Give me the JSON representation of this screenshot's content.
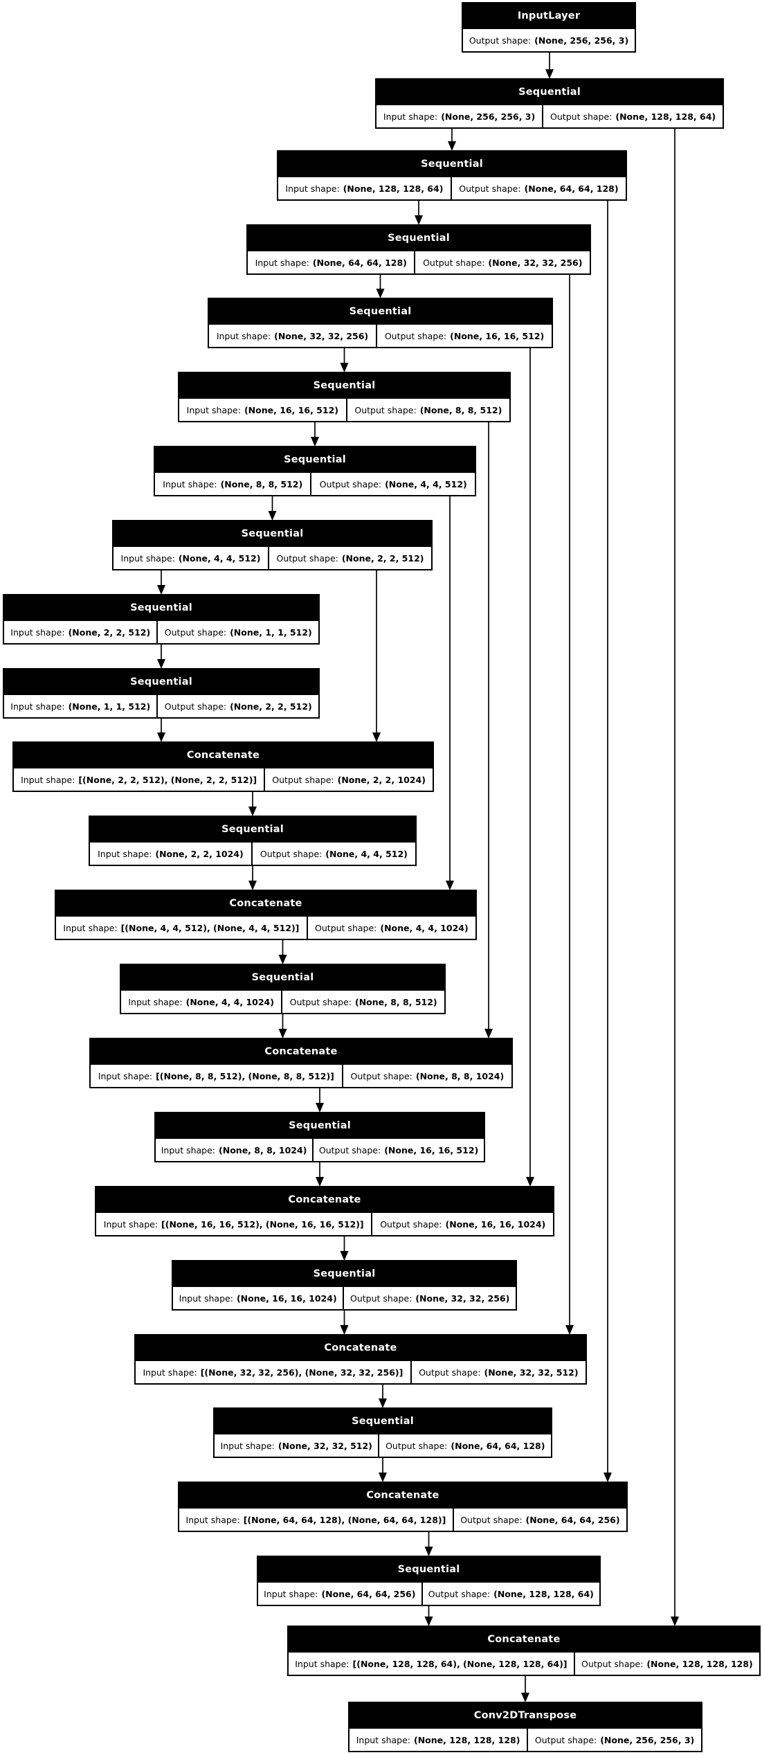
{
  "diagram": {
    "kind": "keras-model-architecture-graph",
    "colors": {
      "background": "#ffffff",
      "node_header_bg": "#000000",
      "node_header_text": "#ffffff",
      "cell_bg": "#ffffff",
      "cell_text": "#000000",
      "border": "#000000",
      "edge": "#000000"
    },
    "labels": {
      "input_prefix": "Input shape:",
      "output_prefix": "Output shape:"
    },
    "nodes": [
      {
        "layer": "InputLayer",
        "output_shape": "(None, 256, 256, 3)"
      },
      {
        "layer": "Sequential",
        "input_shape": "(None, 256, 256, 3)",
        "output_shape": "(None, 128, 128, 64)"
      },
      {
        "layer": "Sequential",
        "input_shape": "(None, 128, 128, 64)",
        "output_shape": "(None, 64, 64, 128)"
      },
      {
        "layer": "Sequential",
        "input_shape": "(None, 64, 64, 128)",
        "output_shape": "(None, 32, 32, 256)"
      },
      {
        "layer": "Sequential",
        "input_shape": "(None, 32, 32, 256)",
        "output_shape": "(None, 16, 16, 512)"
      },
      {
        "layer": "Sequential",
        "input_shape": "(None, 16, 16, 512)",
        "output_shape": "(None, 8, 8, 512)"
      },
      {
        "layer": "Sequential",
        "input_shape": "(None, 8, 8, 512)",
        "output_shape": "(None, 4, 4, 512)"
      },
      {
        "layer": "Sequential",
        "input_shape": "(None, 4, 4, 512)",
        "output_shape": "(None, 2, 2, 512)"
      },
      {
        "layer": "Sequential",
        "input_shape": "(None, 2, 2, 512)",
        "output_shape": "(None, 1, 1, 512)"
      },
      {
        "layer": "Sequential",
        "input_shape": "(None, 1, 1, 512)",
        "output_shape": "(None, 2, 2, 512)"
      },
      {
        "layer": "Concatenate",
        "input_shape": "[(None, 2, 2, 512), (None, 2, 2, 512)]",
        "output_shape": "(None, 2, 2, 1024)"
      },
      {
        "layer": "Sequential",
        "input_shape": "(None, 2, 2, 1024)",
        "output_shape": "(None, 4, 4, 512)"
      },
      {
        "layer": "Concatenate",
        "input_shape": "[(None, 4, 4, 512), (None, 4, 4, 512)]",
        "output_shape": "(None, 4, 4, 1024)"
      },
      {
        "layer": "Sequential",
        "input_shape": "(None, 4, 4, 1024)",
        "output_shape": "(None, 8, 8, 512)"
      },
      {
        "layer": "Concatenate",
        "input_shape": "[(None, 8, 8, 512), (None, 8, 8, 512)]",
        "output_shape": "(None, 8, 8, 1024)"
      },
      {
        "layer": "Sequential",
        "input_shape": "(None, 8, 8, 1024)",
        "output_shape": "(None, 16, 16, 512)"
      },
      {
        "layer": "Concatenate",
        "input_shape": "[(None, 16, 16, 512), (None, 16, 16, 512)]",
        "output_shape": "(None, 16, 16, 1024)"
      },
      {
        "layer": "Sequential",
        "input_shape": "(None, 16, 16, 1024)",
        "output_shape": "(None, 32, 32, 256)"
      },
      {
        "layer": "Concatenate",
        "input_shape": "[(None, 32, 32, 256), (None, 32, 32, 256)]",
        "output_shape": "(None, 32, 32, 512)"
      },
      {
        "layer": "Sequential",
        "input_shape": "(None, 32, 32, 512)",
        "output_shape": "(None, 64, 64, 128)"
      },
      {
        "layer": "Concatenate",
        "input_shape": "[(None, 64, 64, 128), (None, 64, 64, 128)]",
        "output_shape": "(None, 64, 64, 256)"
      },
      {
        "layer": "Sequential",
        "input_shape": "(None, 64, 64, 256)",
        "output_shape": "(None, 128, 128, 64)"
      },
      {
        "layer": "Concatenate",
        "input_shape": "[(None, 128, 128, 64), (None, 128, 128, 64)]",
        "output_shape": "(None, 128, 128, 128)"
      },
      {
        "layer": "Conv2DTranspose",
        "input_shape": "(None, 128, 128, 128)",
        "output_shape": "(None, 256, 256, 3)"
      }
    ],
    "edges": [
      {
        "from": 0,
        "to": 1,
        "kind": "chain"
      },
      {
        "from": 1,
        "to": 2,
        "kind": "chain"
      },
      {
        "from": 2,
        "to": 3,
        "kind": "chain"
      },
      {
        "from": 3,
        "to": 4,
        "kind": "chain"
      },
      {
        "from": 4,
        "to": 5,
        "kind": "chain"
      },
      {
        "from": 5,
        "to": 6,
        "kind": "chain"
      },
      {
        "from": 6,
        "to": 7,
        "kind": "chain"
      },
      {
        "from": 7,
        "to": 8,
        "kind": "chain"
      },
      {
        "from": 8,
        "to": 9,
        "kind": "chain"
      },
      {
        "from": 9,
        "to": 10,
        "kind": "chain"
      },
      {
        "from": 10,
        "to": 11,
        "kind": "chain"
      },
      {
        "from": 11,
        "to": 12,
        "kind": "chain"
      },
      {
        "from": 12,
        "to": 13,
        "kind": "chain"
      },
      {
        "from": 13,
        "to": 14,
        "kind": "chain"
      },
      {
        "from": 14,
        "to": 15,
        "kind": "chain"
      },
      {
        "from": 15,
        "to": 16,
        "kind": "chain"
      },
      {
        "from": 16,
        "to": 17,
        "kind": "chain"
      },
      {
        "from": 17,
        "to": 18,
        "kind": "chain"
      },
      {
        "from": 18,
        "to": 19,
        "kind": "chain"
      },
      {
        "from": 19,
        "to": 20,
        "kind": "chain"
      },
      {
        "from": 20,
        "to": 21,
        "kind": "chain"
      },
      {
        "from": 21,
        "to": 22,
        "kind": "chain"
      },
      {
        "from": 22,
        "to": 23,
        "kind": "chain"
      },
      {
        "from": 7,
        "to": 10,
        "kind": "skip"
      },
      {
        "from": 6,
        "to": 12,
        "kind": "skip"
      },
      {
        "from": 5,
        "to": 14,
        "kind": "skip"
      },
      {
        "from": 4,
        "to": 16,
        "kind": "skip"
      },
      {
        "from": 3,
        "to": 18,
        "kind": "skip"
      },
      {
        "from": 2,
        "to": 20,
        "kind": "skip"
      },
      {
        "from": 1,
        "to": 22,
        "kind": "skip"
      }
    ]
  }
}
